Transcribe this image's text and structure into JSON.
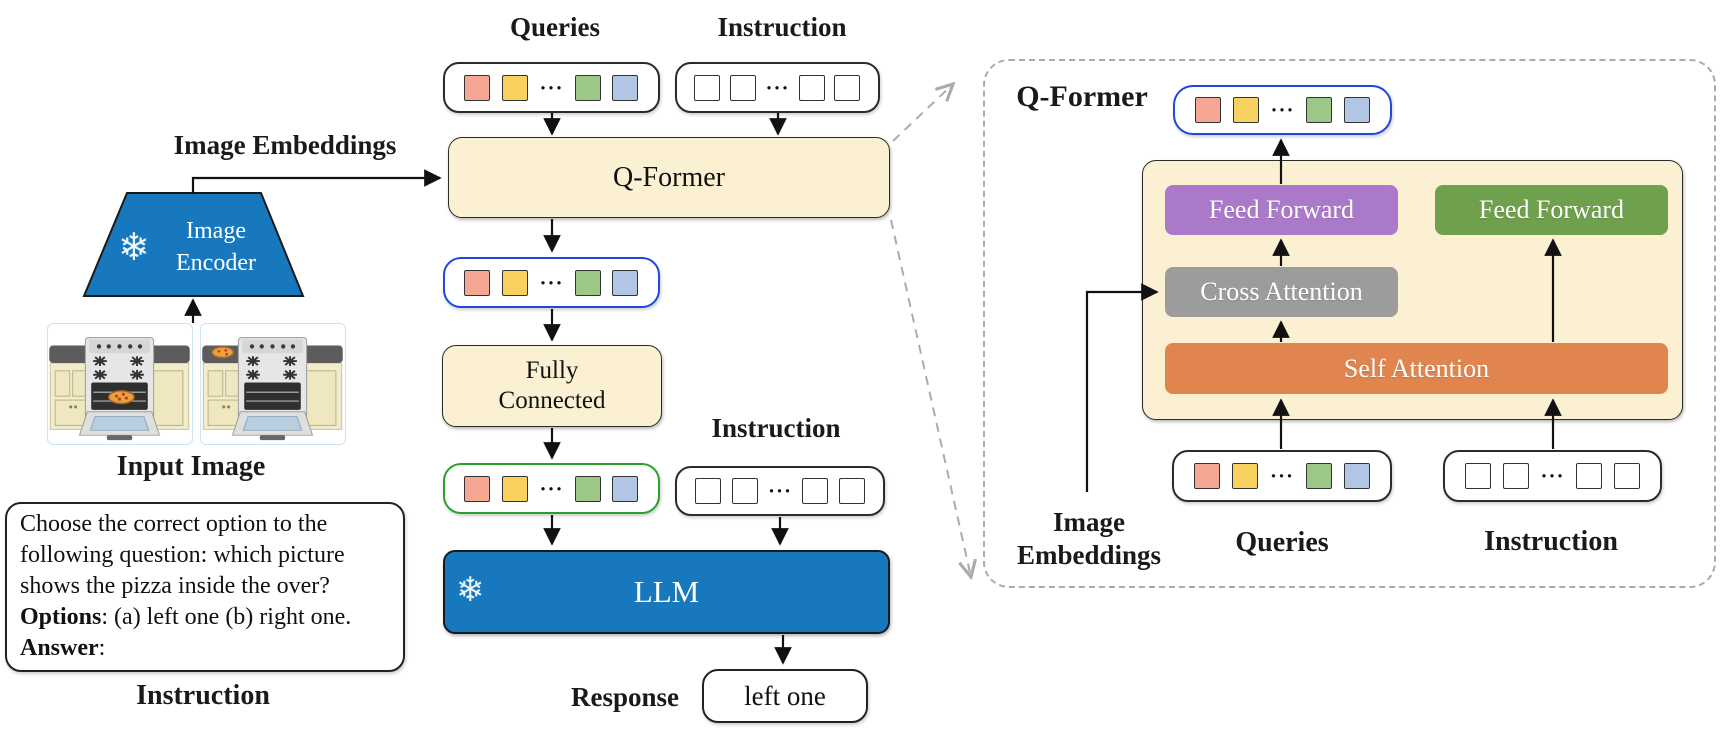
{
  "diagram": {
    "main": {
      "queries_top_label": "Queries",
      "instruction_top_label": "Instruction",
      "image_embeddings_label": "Image Embeddings",
      "image_encoder_label": "Image Encoder",
      "snowflake_icon": "❄",
      "input_image_label": "Input Image",
      "instruction_box": {
        "question": "Choose the correct option to the following question: which picture shows the pizza inside the over?",
        "options_label": "Options",
        "options_text": ": (a) left one (b) right one.",
        "answer_label": "Answer",
        "answer_text": ":"
      },
      "instruction_bottom_label": "Instruction",
      "qformer_label": "Q-Former",
      "fully_connected_label": "Fully Connected",
      "instruction_mid_label": "Instruction",
      "llm_label": "LLM",
      "response_label": "Response",
      "response_value": "left one"
    },
    "qformer_panel": {
      "title": "Q-Former",
      "feed_forward_left": "Feed Forward",
      "feed_forward_right": "Feed Forward",
      "cross_attention": "Cross Attention",
      "self_attention": "Self Attention",
      "image_embeddings_label": "Image Embeddings",
      "queries_label": "Queries",
      "instruction_label": "Instruction"
    },
    "tokens": {
      "dots": "···",
      "query_colors": [
        "#F6A793",
        "#F8D15F",
        "dots",
        "#9CC787",
        "#B1C5E5"
      ],
      "instruction_colors": [
        "white",
        "white",
        "dots",
        "white",
        "white"
      ]
    },
    "colors": {
      "box_cream": "#FBF0D1",
      "frozen_blue": "#1878BE",
      "feed_forward_purple": "#AB79C9",
      "feed_forward_green": "#6FA04E",
      "cross_attention_gray": "#9C9C9C",
      "self_attention_orange": "#E1854F",
      "query_border_blue": "#2048E0",
      "query_border_green": "#2BA02B"
    }
  }
}
